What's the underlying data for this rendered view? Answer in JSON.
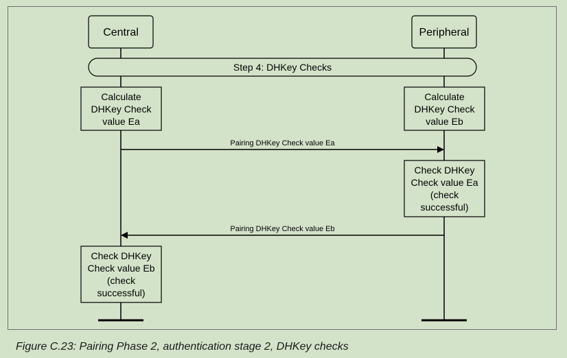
{
  "participants": {
    "central": "Central",
    "peripheral": "Peripheral"
  },
  "step": "Step 4: DHKey Checks",
  "central_calc_box": [
    "Calculate",
    "DHKey Check",
    "value Ea"
  ],
  "peripheral_calc_box": [
    "Calculate",
    "DHKey Check",
    "value Eb"
  ],
  "message_ea": "Pairing DHKey Check value Ea",
  "peripheral_check_box": [
    "Check DHKey",
    "Check value Ea",
    "(check",
    "successful)"
  ],
  "message_eb": "Pairing DHKey Check value Eb",
  "central_check_box": [
    "Check DHKey",
    "Check value Eb",
    "(check",
    "successful)"
  ],
  "caption": "Figure C.23: Pairing Phase 2, authentication stage 2, DHKey checks",
  "colors": {
    "background": "#d3e3c9",
    "stroke": "#000000",
    "frame": "#6f6f6f"
  }
}
